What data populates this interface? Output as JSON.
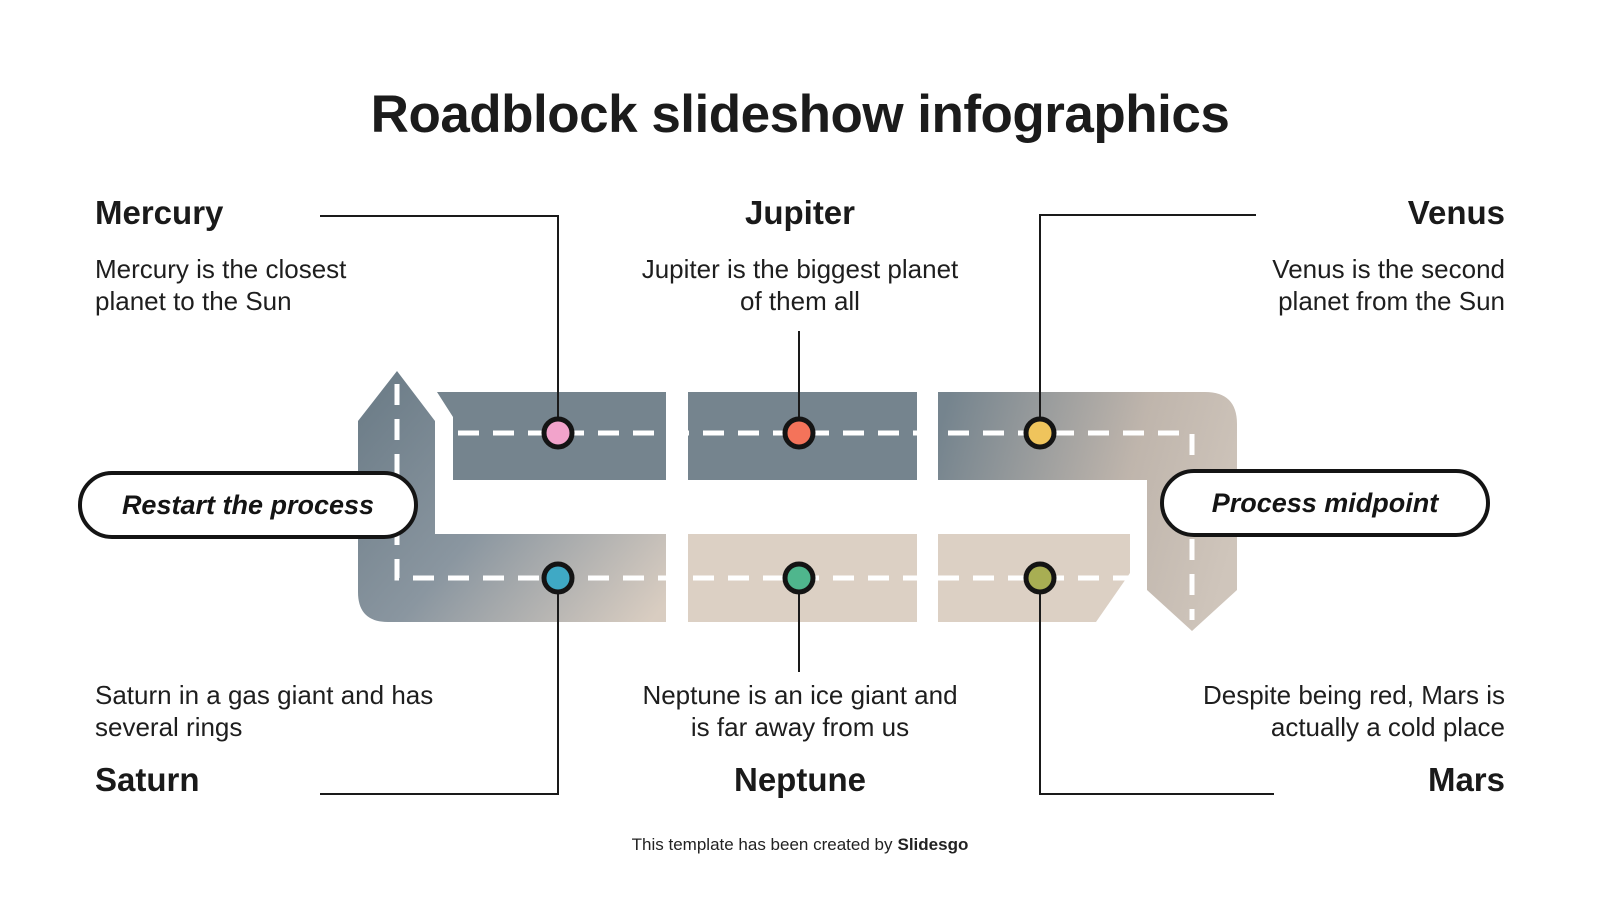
{
  "title": "Roadblock slideshow infographics",
  "planets": {
    "mercury": {
      "name": "Mercury",
      "description": "Mercury is the closest planet to the Sun",
      "dot_color": "#F2A3CB"
    },
    "jupiter": {
      "name": "Jupiter",
      "description": "Jupiter is the biggest planet of them all",
      "dot_color": "#F4735A"
    },
    "venus": {
      "name": "Venus",
      "description": "Venus is the second planet from the Sun",
      "dot_color": "#EFC45C"
    },
    "saturn": {
      "name": "Saturn",
      "description": "Saturn in a gas giant and has several rings",
      "dot_color": "#3FA9C5"
    },
    "neptune": {
      "name": "Neptune",
      "description": "Neptune is an ice giant and is far away from us",
      "dot_color": "#4FB68D"
    },
    "mars": {
      "name": "Mars",
      "description": "Despite being red, Mars is actually a cold place",
      "dot_color": "#A8AE53"
    }
  },
  "labels": {
    "restart": "Restart the process",
    "midpoint": "Process midpoint"
  },
  "footer": {
    "text": "This template has been created by",
    "brand": "Slidesgo"
  },
  "colors": {
    "road_slate": "#75848E",
    "road_slate_dark": "#6F7F8A",
    "road_beige": "#DCD0C4",
    "road_beige_soft": "#CFC5BB",
    "dash_white": "#FFFFFF",
    "line_black": "#1A1A1A"
  }
}
